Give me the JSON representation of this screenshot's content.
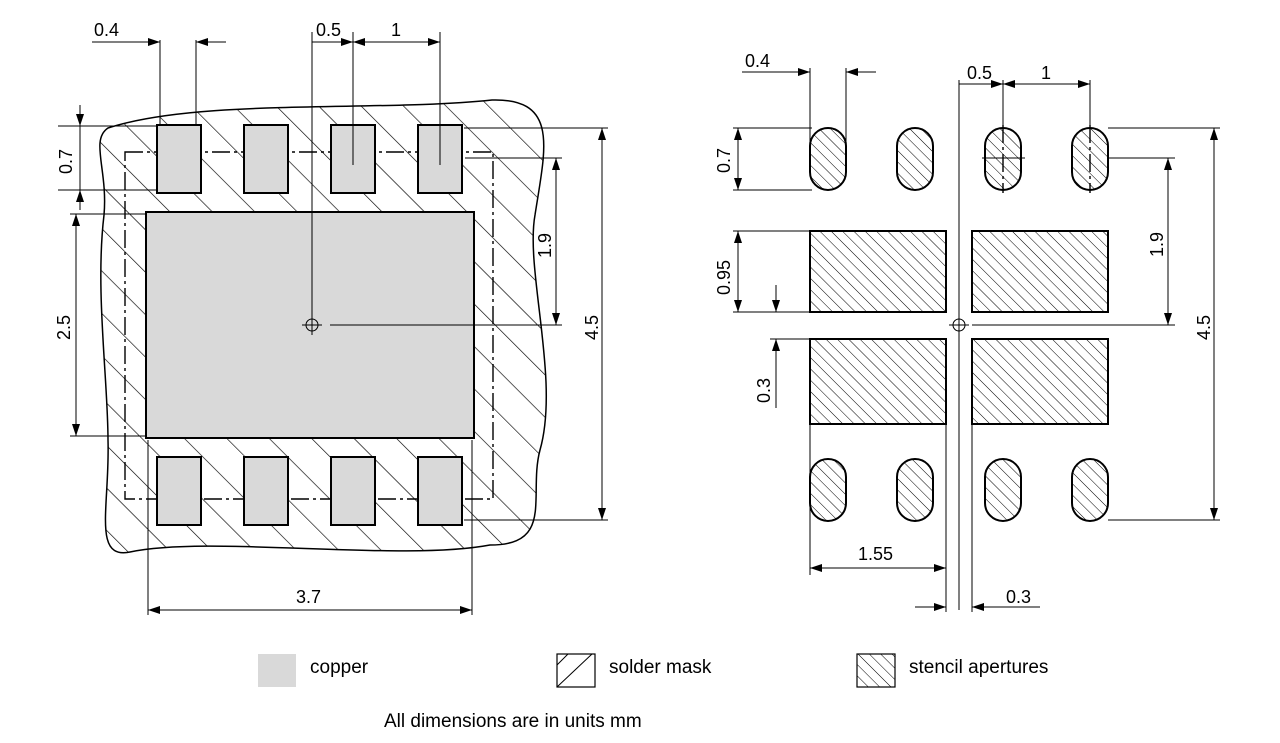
{
  "colors": {
    "copper": "#d9d9d9",
    "line": "#000000",
    "background": "#ffffff"
  },
  "left_view": {
    "dims": {
      "pad_width": "0.4",
      "offset": "0.5",
      "pitch": "1",
      "pad_height": "0.7",
      "row_offset": "1.9",
      "pad_extent": "4.5",
      "ep_height": "2.5",
      "ep_width": "3.7"
    }
  },
  "right_view": {
    "dims": {
      "pad_width": "0.4",
      "offset": "0.5",
      "pitch": "1",
      "pad_height": "0.7",
      "row_offset": "1.9",
      "pad_extent": "4.5",
      "aperture_height": "0.95",
      "aperture_gap_v": "0.3",
      "aperture_width": "1.55",
      "aperture_gap_h": "0.3"
    }
  },
  "legend": {
    "copper": "copper",
    "solder_mask": "solder mask",
    "stencil": "stencil apertures"
  },
  "note": "All dimensions are in units mm"
}
